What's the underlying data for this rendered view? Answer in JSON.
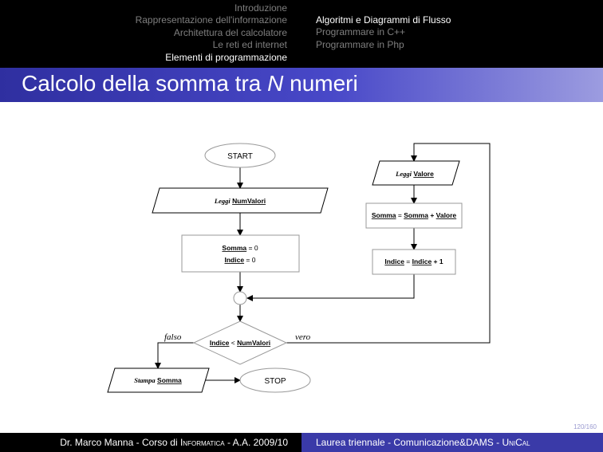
{
  "nav": {
    "sections": [
      "Introduzione",
      "Rappresentazione dell'informazione",
      "Architettura del calcolatore",
      "Le reti ed internet",
      "Elementi di programmazione"
    ],
    "subsections": [
      "Algoritmi e Diagrammi di Flusso",
      "Programmare in C++",
      "Programmare in Php"
    ]
  },
  "title": {
    "pre": "Calcolo della somma tra ",
    "italic": "N",
    "post": " numeri"
  },
  "diagram": {
    "start": "START",
    "stop": "STOP",
    "read_count": {
      "verb": "Leggi",
      "var": "NumValori"
    },
    "init_sum": {
      "var": "Somma",
      "rest": " = 0"
    },
    "init_index": {
      "var": "Indice",
      "rest": " = 0"
    },
    "condition": {
      "left": "Indice",
      "op": " < ",
      "right": "NumValori"
    },
    "label_false": "falso",
    "label_true": "vero",
    "read_value": {
      "verb": "Leggi",
      "var": "Valore"
    },
    "sum_update": {
      "var1": "Somma",
      "eq": " = ",
      "var2": "Somma",
      "plus": " + ",
      "var3": "Valore"
    },
    "index_update": {
      "var1": "Indice",
      "eq": " = ",
      "var2": "Indice",
      "rest": " + 1"
    },
    "print": {
      "verb": "Stampa",
      "var": "Somma"
    }
  },
  "page_number": "120/160",
  "footer": {
    "author_pre": "Dr. Marco Manna - Corso di ",
    "course": "Informatica",
    "author_post": " - A.A. 2009/10",
    "degree_pre": "Laurea triennale - Comunicazione&DAMS - ",
    "university": "UniCal"
  },
  "colors": {
    "accent": "#3a3aa8",
    "header_bg": "#000000",
    "nav_inactive": "#7f7f7f"
  }
}
